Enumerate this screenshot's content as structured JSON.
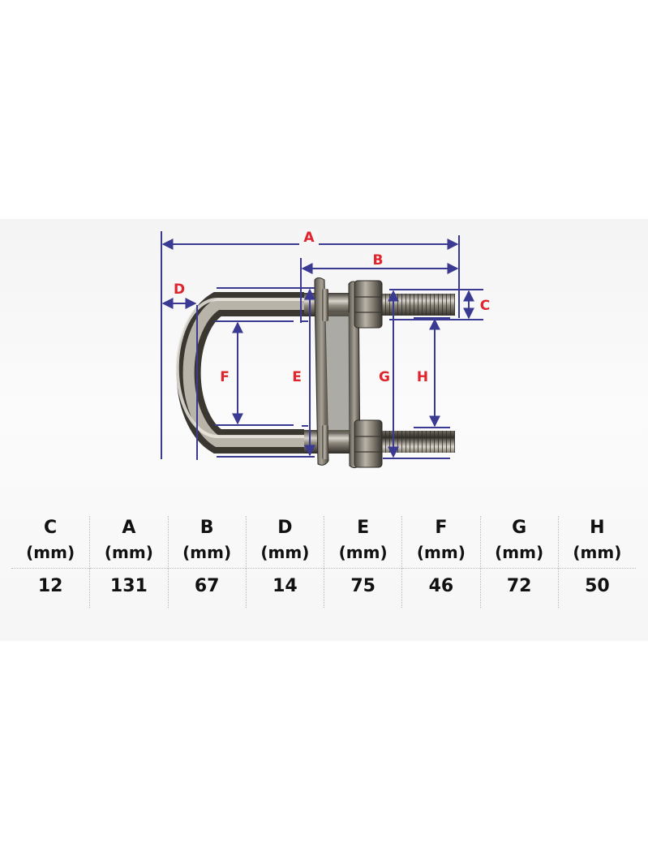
{
  "diagram": {
    "labels": {
      "A": "A",
      "B": "B",
      "C": "C",
      "D": "D",
      "E": "E",
      "F": "F",
      "G": "G",
      "H": "H"
    },
    "colors": {
      "dimension_line": "#3a3a92",
      "dimension_label": "#e0242e",
      "metal": "#7a7468"
    }
  },
  "spec_table": {
    "unit": "(mm)",
    "columns": [
      {
        "label": "C",
        "value": "12"
      },
      {
        "label": "A",
        "value": "131"
      },
      {
        "label": "B",
        "value": "67"
      },
      {
        "label": "D",
        "value": "14"
      },
      {
        "label": "E",
        "value": "75"
      },
      {
        "label": "F",
        "value": "46"
      },
      {
        "label": "G",
        "value": "72"
      },
      {
        "label": "H",
        "value": "50"
      }
    ]
  }
}
